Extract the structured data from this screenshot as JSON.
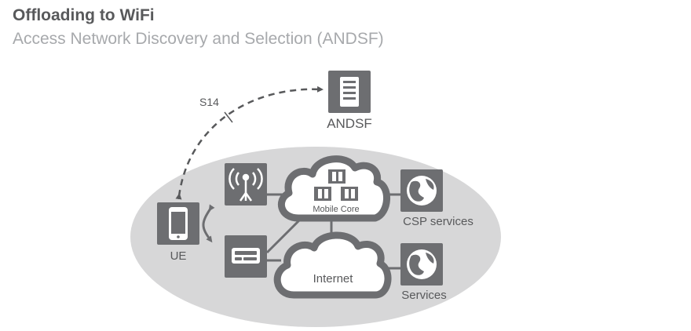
{
  "header": {
    "title": "Offloading to WiFi",
    "subtitle": "Access Network Discovery and Selection (ANDSF)"
  },
  "diagram": {
    "interface_label": "S14",
    "nodes": {
      "andsf": "ANDSF",
      "ue": "UE",
      "mobile_core": "Mobile Core",
      "internet": "Internet",
      "csp_services": "CSP services",
      "services": "Services"
    },
    "icons": {
      "andsf": "server-icon",
      "ue": "smartphone-icon",
      "cell_tower": "cell-tower-icon",
      "wifi_ap": "wifi-access-point-icon",
      "csp_services": "globe-icon",
      "services": "globe-icon"
    },
    "colors": {
      "tile": "#6d6e71",
      "ellipse": "#d7d7d8",
      "cloud_stroke": "#6d6e71",
      "dashed_arrow": "#58595b",
      "title": "#58595b",
      "subtitle": "#a7a9ac"
    }
  }
}
